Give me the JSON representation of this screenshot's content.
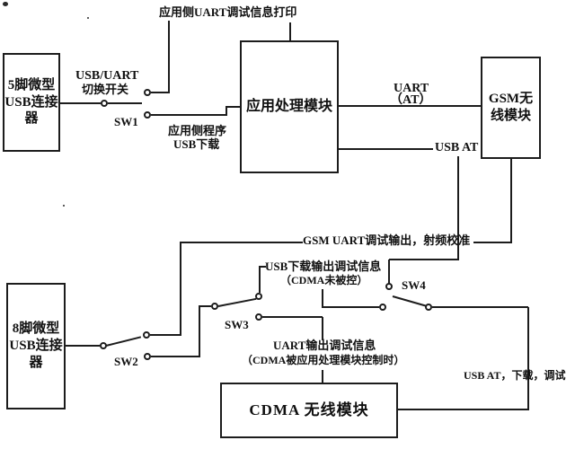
{
  "boxes": {
    "usb5": {
      "l1": "5脚微型",
      "l2": "USB连接",
      "l3": "器"
    },
    "usb8": {
      "l1": "8脚微型",
      "l2": "USB连接",
      "l3": "器"
    },
    "app": {
      "label": "应用处理模块"
    },
    "gsm": {
      "l1": "GSM无",
      "l2": "线模块"
    },
    "cdma": {
      "label": "CDMA 无线模块"
    }
  },
  "switches": {
    "sw1": "SW1",
    "sw2": "SW2",
    "sw3": "SW3",
    "sw4": "SW4"
  },
  "wire_labels": {
    "app_uart_debug_print": "应用侧UART调试信息打印",
    "usb_uart_toggle_l1": "USB/UART",
    "usb_uart_toggle_l2": "切换开关",
    "app_program_l1": "应用侧程序",
    "app_program_l2": "USB下载",
    "uart_at_l1": "UART",
    "uart_at_l2": "（AT）",
    "usb_at": "USB AT",
    "gsm_uart_debug": "GSM UART调试输出，射频校准",
    "usb_download_debug_l1": "USB下载输出调试信息",
    "usb_download_debug_l2": "（CDMA未被控）",
    "uart_output_debug_l1": "UART输出调试信息",
    "uart_output_debug_l2": "（CDMA被应用处理模块控制时）",
    "usb_at_download_debug": "USB AT，下载，调试"
  },
  "colors": {
    "wire": "#1c1c1c",
    "text": "#101010",
    "background": "#ffffff"
  }
}
